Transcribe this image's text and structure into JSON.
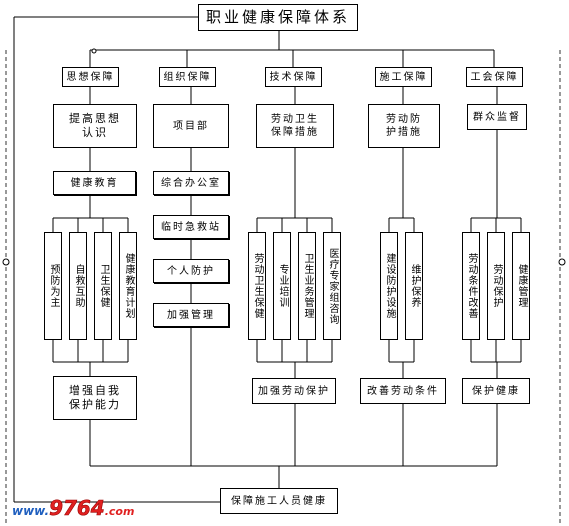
{
  "title": "职业健康保障体系",
  "goal": "保障施工人员健康",
  "columns": [
    {
      "header": "思想保障",
      "steps": [
        "提高思想认识",
        "健康教育"
      ],
      "sub": [
        "预防为主",
        "自救互助",
        "卫生保健",
        "健康教育计划"
      ],
      "result": "增强自我保护能力"
    },
    {
      "header": "组织保障",
      "steps": [
        "项目部",
        "综合办公室",
        "临时急救站",
        "个人防护",
        "加强管理"
      ]
    },
    {
      "header": "技术保障",
      "steps": [
        "劳动卫生保障措施"
      ],
      "sub": [
        "劳动卫生保健",
        "专业培训",
        "卫生业务管理",
        "医疗专家组咨询"
      ],
      "result": "加强劳动保护"
    },
    {
      "header": "施工保障",
      "steps": [
        "劳动防护措施"
      ],
      "sub": [
        "建设防护设施",
        "维护保养"
      ],
      "result": "改善劳动条件"
    },
    {
      "header": "工会保障",
      "steps": [
        "群众监督"
      ],
      "sub": [
        "劳动条件改善",
        "劳动保护",
        "健康管理"
      ],
      "result": "保护健康"
    }
  ],
  "watermark": {
    "prefix": "www.",
    "number": "9764",
    "suffix": ".com"
  }
}
